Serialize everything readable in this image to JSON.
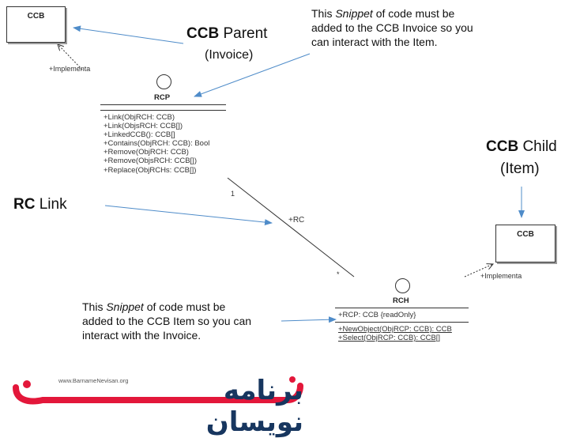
{
  "diagram": {
    "classes": {
      "ccb_parent_box": {
        "name": "CCB"
      },
      "rcp": {
        "name": "RCP",
        "operations": [
          "+Link(ObjRCH: CCB)",
          "+Link(ObjsRCH: CCB[])",
          "+LinkedCCB(): CCB[]",
          "+Contains(ObjRCH: CCB): Bool",
          "+Remove(ObjRCH: CCB)",
          "+Remove(ObjsRCH: CCB[])",
          "+Replace(ObjRCHs: CCB[])"
        ]
      },
      "ccb_child_box": {
        "name": "CCB"
      },
      "rch": {
        "name": "RCH",
        "attributes": [
          "+RCP: CCB {readOnly}"
        ],
        "operations": [
          "+NewObject(ObjRCP: CCB): CCB",
          "+Select(ObjRCP: CCB): CCB[]"
        ]
      }
    },
    "relations": {
      "implements_top": "+Implementa",
      "implements_bottom": "+Implementa",
      "association_role": "+RC",
      "multiplicity_top": "1",
      "multiplicity_bottom": "*"
    },
    "annotations": {
      "parent_label_bold": "CCB",
      "parent_label_rest": "Parent",
      "parent_sub": "(Invoice)",
      "child_label_bold": "CCB",
      "child_label_rest": "Child",
      "child_sub": "(Item)",
      "link_label_bold": "RC",
      "link_label_rest": "Link",
      "note_top": {
        "line1_pre": "This ",
        "line1_em": "Snippet",
        "line1_post": " of code must be",
        "line2": "added to the CCB Invoice so you",
        "line3": "can interact with the Item."
      },
      "note_bottom": {
        "line1_pre": "This ",
        "line1_em": "Snippet",
        "line1_post": " of code must be",
        "line2": "added to the CCB Item so you can",
        "line3": "interact with the Invoice."
      }
    },
    "colors": {
      "arrow_blue": "#4f8cc9",
      "logo_red": "#e3173a",
      "logo_navy": "#17365f"
    }
  },
  "logo": {
    "url": "www.BarnameNevisan.org",
    "wordmark": "برنامه نویسان"
  }
}
